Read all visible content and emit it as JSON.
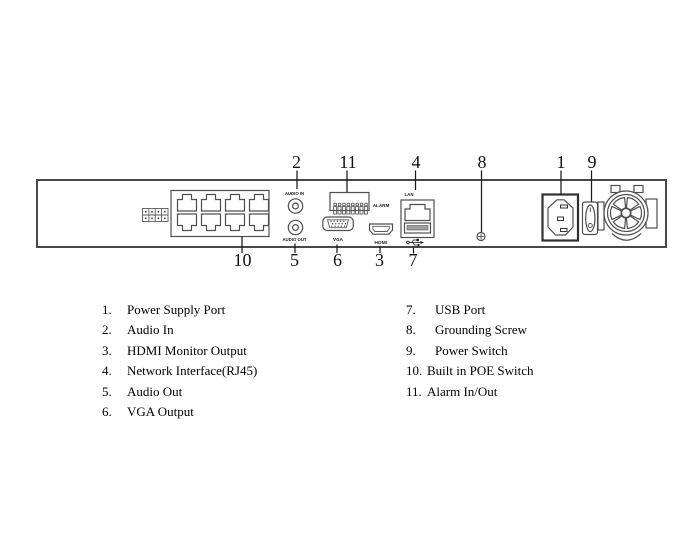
{
  "colors": {
    "ink": "#1a1a1a",
    "panel_stroke": "#474747",
    "usb_bar_fill": "#9e9e9e"
  },
  "ports": {
    "audio_in": "AUDIO IN",
    "audio_out": "AUDIO OUT",
    "alarm": "ALARM",
    "vga": "VGA",
    "hdmi": "HDMI",
    "lan": "LAN"
  },
  "callouts": {
    "top": [
      "2",
      "11",
      "4",
      "8",
      "1",
      "9"
    ],
    "bottom": [
      "10",
      "5",
      "6",
      "3",
      "7"
    ]
  },
  "legend": {
    "left": [
      {
        "num": "1.",
        "label": "Power Supply Port"
      },
      {
        "num": "2.",
        "label": "Audio In"
      },
      {
        "num": "3.",
        "label": "HDMI Monitor Output"
      },
      {
        "num": "4.",
        "label": "Network Interface(RJ45)"
      },
      {
        "num": "5.",
        "label": "Audio Out"
      },
      {
        "num": "6.",
        "label": "VGA Output"
      }
    ],
    "right": [
      {
        "num": "7.",
        "label": "USB Port"
      },
      {
        "num": "8.",
        "label": "Grounding Screw"
      },
      {
        "num": "9.",
        "label": "Power Switch"
      },
      {
        "num": "10.",
        "label": "Built in POE Switch"
      },
      {
        "num": "11.",
        "label": "Alarm In/Out"
      }
    ]
  }
}
